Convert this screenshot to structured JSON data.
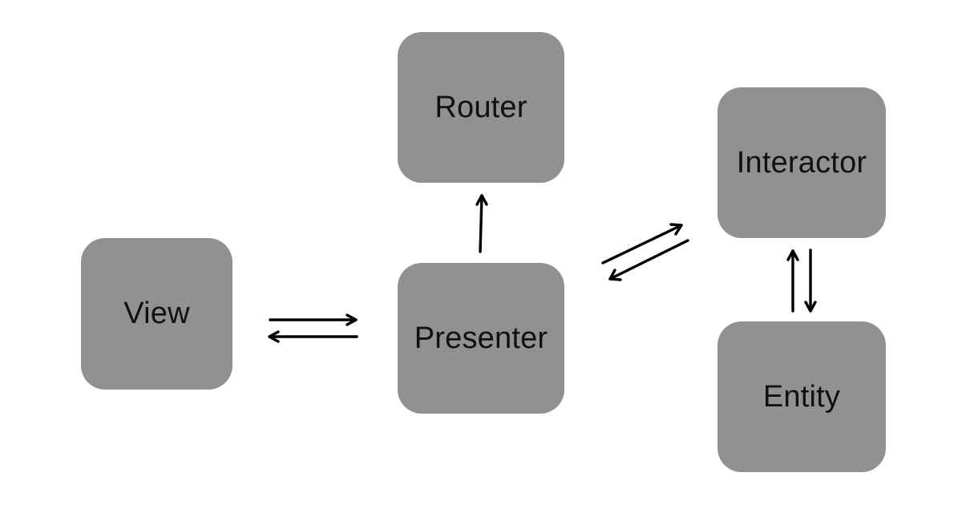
{
  "nodes": {
    "view": {
      "label": "View"
    },
    "router": {
      "label": "Router"
    },
    "presenter": {
      "label": "Presenter"
    },
    "interactor": {
      "label": "Interactor"
    },
    "entity": {
      "label": "Entity"
    }
  },
  "edges": [
    {
      "from": "view",
      "to": "presenter"
    },
    {
      "from": "presenter",
      "to": "view"
    },
    {
      "from": "presenter",
      "to": "router"
    },
    {
      "from": "presenter",
      "to": "interactor"
    },
    {
      "from": "interactor",
      "to": "presenter"
    },
    {
      "from": "interactor",
      "to": "entity"
    },
    {
      "from": "entity",
      "to": "interactor"
    }
  ],
  "colors": {
    "node_fill": "#919191",
    "text": "#111111",
    "arrow": "#000000",
    "background": "#ffffff"
  }
}
